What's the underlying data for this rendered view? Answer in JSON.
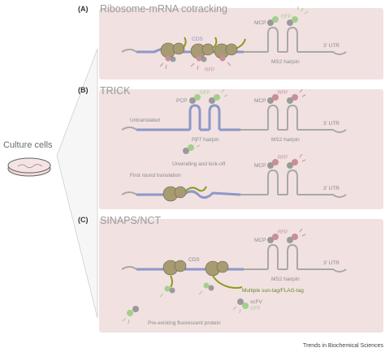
{
  "side": {
    "label": "Culture cells"
  },
  "panels": {
    "a": {
      "letter": "(A)",
      "title": "Ribosome-mRNA cotracking",
      "labels": {
        "gfp": "GFP",
        "mcp": "MCP",
        "cds": "CDS",
        "rfp": "RFP",
        "ms2": "MS2 hairpin",
        "utr": "3’ UTR"
      }
    },
    "b": {
      "letter": "(B)",
      "title": "TRICK",
      "labels": {
        "untranslated": "Untranslated",
        "gfp": "GFP",
        "pcp": "PCP",
        "pp7": "PP7 hairpin",
        "rfp1": "RFP",
        "mcp1": "MCP",
        "ms2_1": "MS2 hairpin",
        "utr1": "3’ UTR",
        "unwinding": "Unwinding and kick-off",
        "first_round": "First round translation",
        "rfp2": "RFP",
        "mcp2": "MCP",
        "utr2": "3’ UTR"
      }
    },
    "c": {
      "letter": "(C)",
      "title": "SINAPS/NCT",
      "labels": {
        "rfp": "RFP",
        "mcp": "MCP",
        "cds": "CDS",
        "utr": "3’ UTR",
        "ms2": "MS2 hairpin",
        "tags": "Multiple sun-tag/FLAG-tag",
        "scfv": "scFV",
        "gfp": "GFP",
        "preexisting": "Pre-existing fluorescent protein"
      }
    }
  },
  "footer": {
    "credit": "Trends in Biochemical Sciences"
  },
  "colors": {
    "panel": "#f1e1e1",
    "rna_gray": "#a8a8a8",
    "cds_blue": "#8c98c8",
    "ribosome": "#a79b74",
    "tag_green": "#8b9a1e",
    "gfp_green": "#a3cf8c",
    "rfp_pink": "#c98f95",
    "coat_gray": "#9a9a9a",
    "text_gray": "#8a8a8a",
    "green_text": "#6a8a2a"
  }
}
